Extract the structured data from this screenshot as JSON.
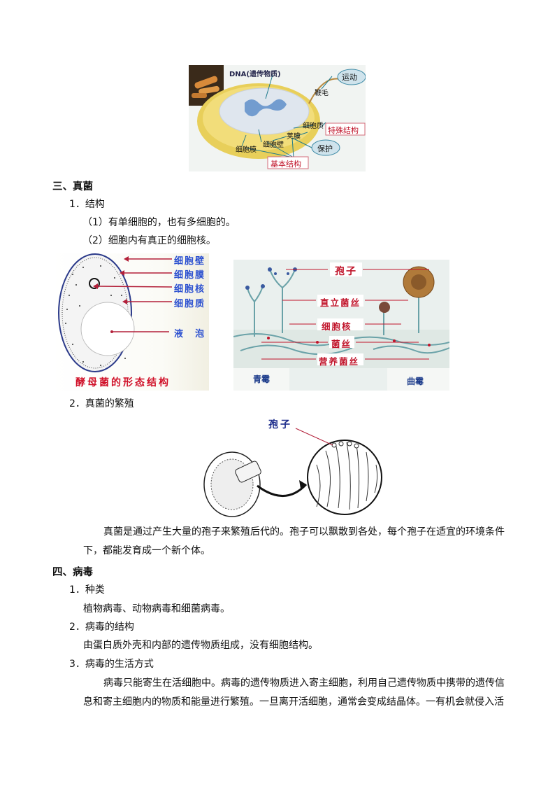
{
  "bacteria_figure": {
    "dna_label": "DNA(遗传物质)",
    "motion_label": "运动",
    "flagellum_label": "鞭毛",
    "cytoplasm_label": "细胞质",
    "special_label": "特殊结构",
    "capsule_label": "荚膜",
    "cell_wall_label": "细胞壁",
    "cell_membrane_label": "细胞膜",
    "protect_label": "保护",
    "basic_label": "基本结构"
  },
  "section3": {
    "heading": "三、真菌",
    "item1": "1．结构",
    "point1": "（1）有单细胞的，也有多细胞的。",
    "point2": "（2）细胞内有真正的细胞核。",
    "item2": "2．真菌的繁殖",
    "para_line1": "真菌是通过产生大量的孢子来繁殖后代的。孢子可以飘散到各处，每个孢子在适宜的环境条件",
    "para_line2": "下，都能发育成一个新个体。"
  },
  "yeast_figure": {
    "labels": [
      "细胞壁",
      "细胞膜",
      "细胞核",
      "细胞质",
      "液　泡"
    ],
    "caption": "酵母菌的形态结构"
  },
  "mold_figure": {
    "labels": [
      "孢子",
      "直立菌丝",
      "细胞核",
      "菌丝",
      "营养菌丝"
    ],
    "left_name": "青霉",
    "right_name": "曲霉"
  },
  "mushroom_figure": {
    "spore_label": "孢子"
  },
  "section4": {
    "heading": "四、病毒",
    "item1": "1．种类",
    "item1_text": "植物病毒、动物病毒和细菌病毒。",
    "item2": "2．病毒的结构",
    "item2_text": "由蛋白质外壳和内部的遗传物质组成，没有细胞结构。",
    "item3": "3．病毒的生活方式",
    "para_line1": "病毒只能寄生在活细胞中。病毒的遗传物质进入寄主细胞，利用自己遗传物质中携带的遗传信",
    "para_line2": "息和寄主细胞内的物质和能量进行繁殖。一旦离开活细胞，通常会变成结晶体。一有机会就侵入活"
  }
}
